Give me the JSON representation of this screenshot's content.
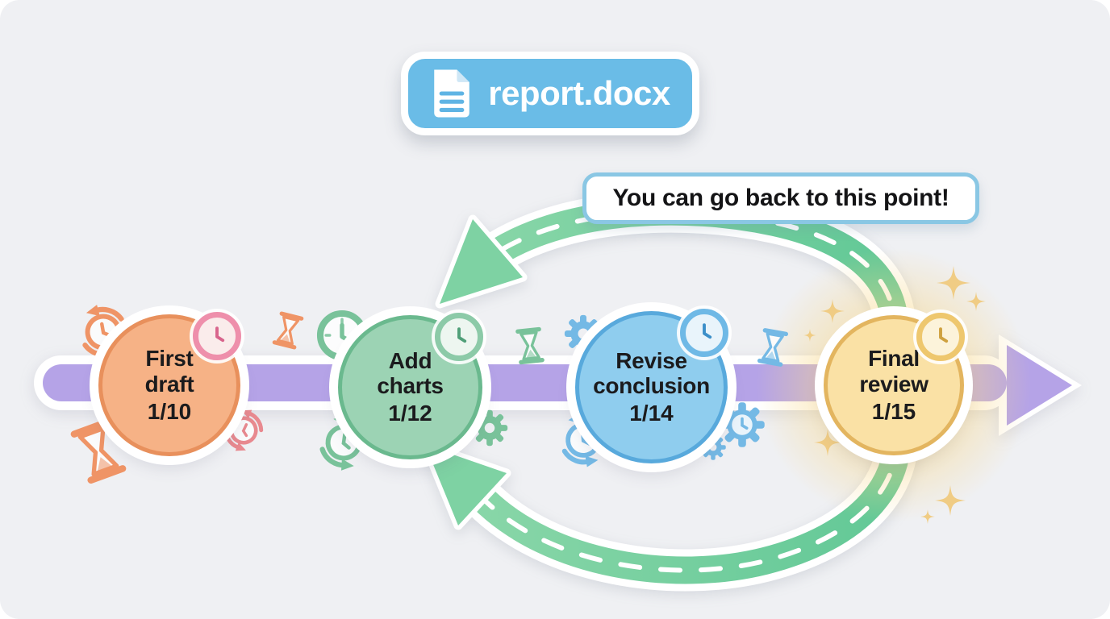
{
  "illustration": {
    "subject": "Document version history timeline",
    "background_color": "#eff0f3"
  },
  "file_badge": {
    "label": "report.docx",
    "icon": "document-icon",
    "bg_color": "#6abce7"
  },
  "callout": {
    "text": "You can go back to this point!",
    "border_color": "#8ac7e4"
  },
  "timeline": {
    "direction": "left-to-right",
    "arrow_color": "#b5a3e7",
    "milestones": [
      {
        "label": "First draft",
        "date": "1/10",
        "fill": "#f6b286",
        "border": "#e8905c",
        "badge_ring": "#ee8fab"
      },
      {
        "label": "Add charts",
        "date": "1/12",
        "fill": "#9cd3b4",
        "border": "#6ab98e",
        "badge_ring": "#8ccaa8"
      },
      {
        "label": "Revise conclusion",
        "date": "1/14",
        "fill": "#8fcdee",
        "border": "#58a9dc",
        "badge_ring": "#6fb9e6"
      },
      {
        "label": "Final review",
        "date": "1/15",
        "fill": "#fae1a5",
        "border": "#e3b55f",
        "badge_ring": "#eec76e"
      }
    ]
  },
  "loop_arrows": {
    "color": "#6fcc9d",
    "style": "dashed road with white outline",
    "count": 2,
    "points_back_to": "Add charts"
  },
  "decor": {
    "sparkle_color": "#f0cc84",
    "doodle_colors": {
      "orange": "#ef9466",
      "pink": "#e8898f",
      "green": "#79c29a",
      "blue": "#74b9e5"
    },
    "icons": [
      "refresh-clock-icon",
      "wall-clock-icon",
      "hourglass-icon",
      "gear-icon",
      "gear-clock-icon",
      "sparkle-icon",
      "clock-badge-icon",
      "document-icon"
    ]
  }
}
